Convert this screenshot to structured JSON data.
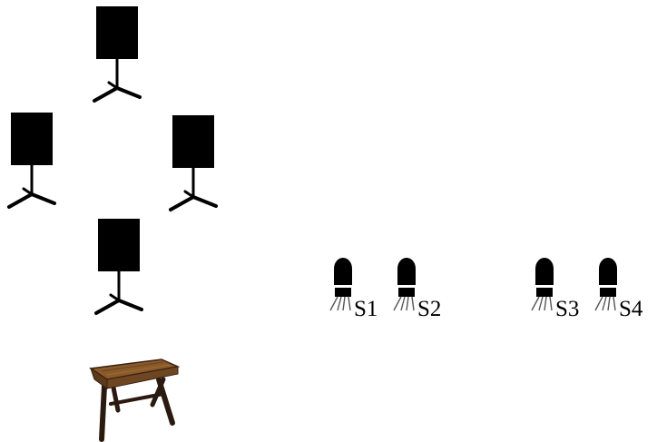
{
  "diagram": {
    "speakers": [
      {
        "id": "speaker-top",
        "icon": "speaker-stand-icon"
      },
      {
        "id": "speaker-left",
        "icon": "speaker-stand-icon"
      },
      {
        "id": "speaker-right",
        "icon": "speaker-stand-icon"
      },
      {
        "id": "speaker-bottom",
        "icon": "speaker-stand-icon"
      }
    ],
    "table": {
      "icon": "wooden-table-icon",
      "top_color": "#8a5a2b",
      "leg_color": "#2b1a10"
    },
    "sensors": [
      {
        "label": "S1",
        "icon": "sensor-icon"
      },
      {
        "label": "S2",
        "icon": "sensor-icon"
      },
      {
        "label": "S3",
        "icon": "sensor-icon"
      },
      {
        "label": "S4",
        "icon": "sensor-icon"
      }
    ],
    "colors": {
      "ink": "#000000",
      "background": "#ffffff"
    }
  }
}
